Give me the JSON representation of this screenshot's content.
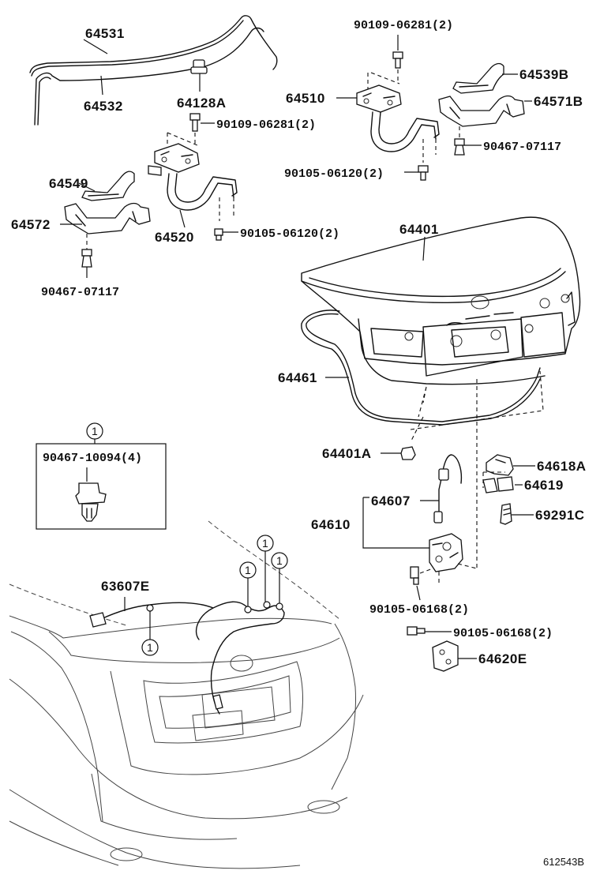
{
  "diagram": {
    "labels": {
      "l64531": "64531",
      "l64532": "64532",
      "l64128A": "64128A",
      "l90109_a": "90109-06281(2)",
      "l64549": "64549",
      "l64572": "64572",
      "l64520": "64520",
      "l90105_a": "90105-06120(2)",
      "l90467_a": "90467-07117",
      "l90109_b": "90109-06281(2)",
      "l64510": "64510",
      "l64539B": "64539B",
      "l64571B": "64571B",
      "l90467_b": "90467-07117",
      "l90105_b": "90105-06120(2)",
      "l64401": "64401",
      "l64461": "64461",
      "l64401A": "64401A",
      "l64618A": "64618A",
      "l64619": "64619",
      "l64607": "64607",
      "l64610": "64610",
      "l69291C": "69291C",
      "l90105_c": "90105-06168(2)",
      "l90105_d": "90105-06168(2)",
      "l64620E": "64620E",
      "l63607E": "63607E",
      "l90467_c": "90467-10094(4)"
    },
    "callout": "1",
    "reference": "612543B"
  }
}
